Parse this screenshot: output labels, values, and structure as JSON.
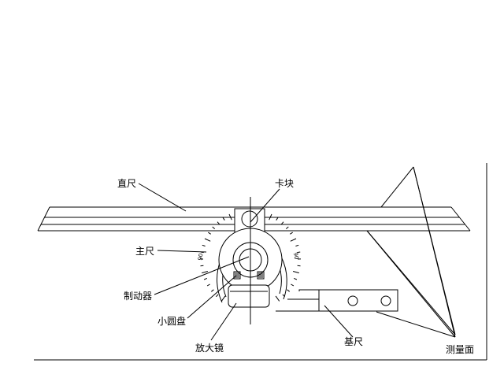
{
  "labels": {
    "straight_ruler": "直尺",
    "clamp_block": "卡块",
    "main_scale": "主尺",
    "brake": "制动器",
    "small_dial": "小圆盘",
    "magnifier": "放大镜",
    "base_ruler": "基尺",
    "measuring_face": "测量面"
  },
  "dial": {
    "left_scale": "90",
    "right_scale": "90"
  }
}
